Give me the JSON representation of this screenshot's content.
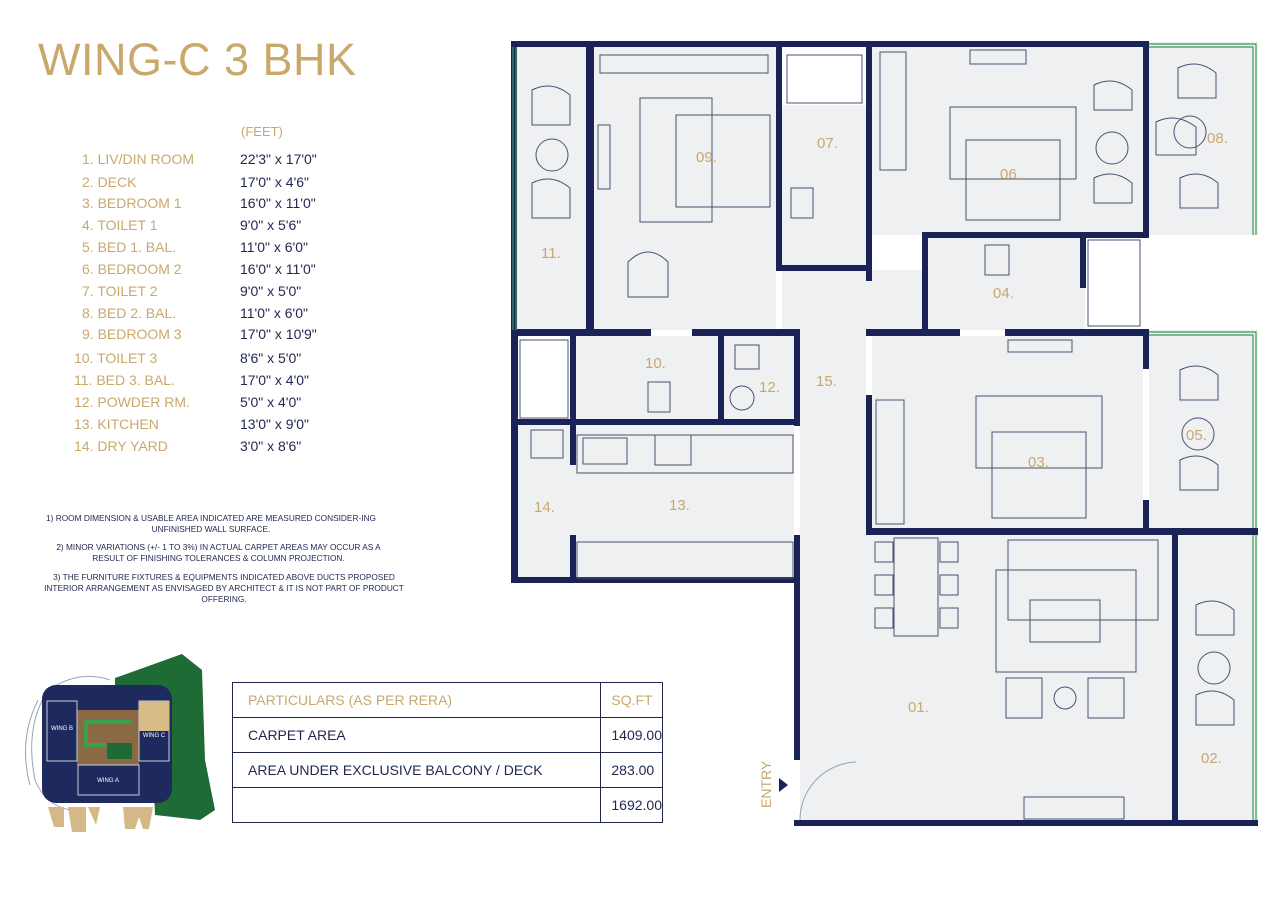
{
  "title": "WING-C 3 BHK",
  "units_label": "(FEET)",
  "rooms": [
    {
      "label": "1. LIV/DIN ROOM",
      "dims": "22'3\" x 17'0\""
    },
    {
      "label": "2. DECK",
      "dims": "17'0\" x 4'6\""
    },
    {
      "label": "3. BEDROOM 1",
      "dims": "16'0\" x 11'0\""
    },
    {
      "label": "4. TOILET 1",
      "dims": "9'0\" x 5'6\""
    },
    {
      "label": "5. BED 1. BAL.",
      "dims": "11'0\" x 6'0\""
    },
    {
      "label": "6. BEDROOM 2",
      "dims": "16'0\" x 11'0\""
    },
    {
      "label": "7. TOILET 2",
      "dims": "9'0\" x 5'0\""
    },
    {
      "label": "8. BED 2. BAL.",
      "dims": "11'0\" x 6'0\""
    },
    {
      "label": "9. BEDROOM 3",
      "dims": "17'0\" x 10'9\""
    },
    {
      "label": "10. TOILET 3",
      "dims": "8'6\" x 5'0\""
    },
    {
      "label": "11. BED 3. BAL.",
      "dims": "17'0\" x 4'0\""
    },
    {
      "label": "12. POWDER RM.",
      "dims": "5'0\" x 4'0\""
    },
    {
      "label": "13. KITCHEN",
      "dims": "13'0\" x 9'0\""
    },
    {
      "label": "14. DRY YARD",
      "dims": "3'0\" x 8'6\""
    }
  ],
  "notes": [
    "1) ROOM DIMENSION & USABLE AREA INDICATED ARE MEASURED CONSIDER-ING UNFINISHED WALL SURFACE.",
    "2) MINOR VARIATIONS (+/- 1 TO 3%) IN ACTUAL CARPET AREAS MAY OCCUR AS A RESULT OF FINISHING TOLERANCES & COLUMN PROJECTION.",
    "3) THE FURNITURE FIXTURES & EQUIPMENTS INDICATED ABOVE DUCTS PROPOSED INTERIOR ARRANGEMENT AS ENVISAGED BY ARCHITECT & IT IS NOT PART OF PRODUCT OFFERING."
  ],
  "area_table": {
    "header": {
      "label": "PARTICULARS (AS PER RERA)",
      "unit": "SQ.FT"
    },
    "rows": [
      {
        "label": "CARPET AREA",
        "value": "1409.00"
      },
      {
        "label": "AREA UNDER EXCLUSIVE BALCONY / DECK",
        "value": "283.00"
      },
      {
        "label": "",
        "value": "1692.00"
      }
    ]
  },
  "site_plan": {
    "wings": [
      "WING B",
      "WING C",
      "WING A"
    ]
  },
  "plan_labels": {
    "r01": "01.",
    "r02": "02.",
    "r03": "03.",
    "r04": "04.",
    "r05": "05.",
    "r06": "06.",
    "r07": "07.",
    "r08": "08.",
    "r09": "09.",
    "r10": "10.",
    "r11": "11.",
    "r12": "12.",
    "r13": "13.",
    "r14": "14.",
    "r15": "15.",
    "entry": "ENTRY"
  },
  "colors": {
    "wall": "#1b2356",
    "accent": "#c9a86c",
    "floor": "#eef0f2",
    "green": "#2e7d4a"
  }
}
